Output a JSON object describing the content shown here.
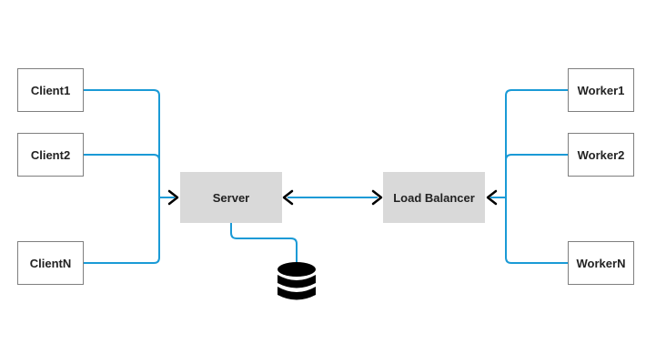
{
  "colors": {
    "connector": "#1a9ad6",
    "arrowhead": "#000000",
    "node_border": "#7f7f7f",
    "node_fill": "#d9d9d9",
    "database": "#000000"
  },
  "clients": [
    {
      "label": "Client1"
    },
    {
      "label": "Client2"
    },
    {
      "label": "ClientN"
    }
  ],
  "server": {
    "label": "Server"
  },
  "load_balancer": {
    "label": "Load Balancer"
  },
  "workers": [
    {
      "label": "Worker1"
    },
    {
      "label": "Worker2"
    },
    {
      "label": "WorkerN"
    }
  ],
  "database": {
    "icon": "database-icon"
  }
}
